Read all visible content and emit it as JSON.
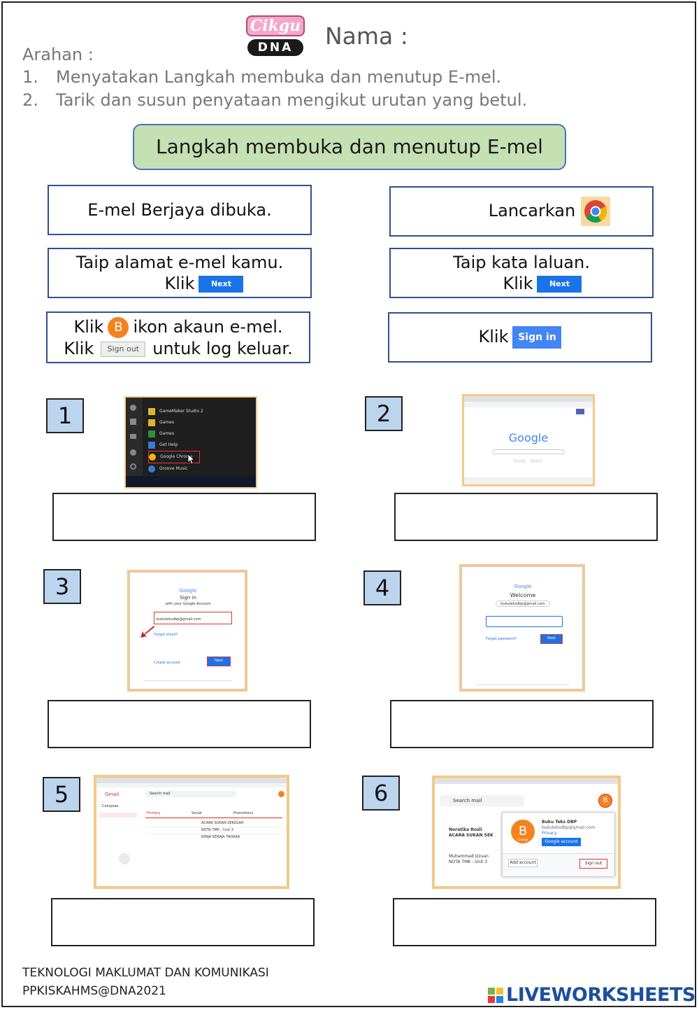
{
  "header": {
    "logo_top": "Cikgu",
    "logo_bottom": "DNA",
    "nama_label": "Nama :",
    "arahan_label": "Arahan :",
    "instructions": [
      {
        "num": "1.",
        "text": "Menyatakan Langkah membuka dan menutup E-mel."
      },
      {
        "num": "2.",
        "text": "Tarik dan susun penyataan mengikut urutan yang betul."
      }
    ]
  },
  "title": "Langkah membuka dan menutup E-mel",
  "statements": {
    "s1": "E-mel Berjaya dibuka.",
    "s2_text": "Lancarkan",
    "s3_line1": "Taip alamat e-mel kamu.",
    "s3_klik": "Klik",
    "s4_line1": "Taip kata laluan.",
    "s4_klik": "Klik",
    "next_label": "Next",
    "s5_klik1": "Klik",
    "s5_avatar": "B",
    "s5_rest1": "ikon akaun e-mel.",
    "s5_klik2": "Klik",
    "signout_label": "Sign out",
    "s5_rest2": "untuk log keluar.",
    "s6_klik": "Klik",
    "signin_label": "Sign in"
  },
  "steps": [
    {
      "num": "1"
    },
    {
      "num": "2"
    },
    {
      "num": "3"
    },
    {
      "num": "4"
    },
    {
      "num": "5"
    },
    {
      "num": "6"
    }
  ],
  "screens": {
    "start_menu": [
      "GameMaker Studio 2",
      "Games",
      "Games",
      "Get Help",
      "Google Chrome",
      "Groove Music"
    ],
    "google_home": "Google",
    "signin": {
      "brand": "Google",
      "title": "Sign in",
      "subtitle": "with your Google Account",
      "email": "bukuteksdbp@gmail.com",
      "forgot": "Forgot email?",
      "create": "Create account",
      "next": "Next"
    },
    "password": {
      "brand": "Google",
      "title": "Welcome",
      "account": "bukuteksdbp@gmail.com",
      "forgot": "Forgot password?",
      "next": "Next"
    },
    "gmail": {
      "brand": "Gmail",
      "compose": "Compose",
      "search": "Search mail",
      "tabs": [
        "Primary",
        "Social",
        "Promotions"
      ],
      "rows": [
        "ACARA SUKAN SEKOLAH",
        "NOTA TMK - Unit 3",
        "KPAJA KERAJA TAHAKA"
      ]
    },
    "account": {
      "search": "Search mail",
      "name": "Buku Teks DBP",
      "email": "bukuteksdbp@gmail.com",
      "privacy": "Privacy",
      "google_account": "Google account",
      "add_account": "Add account",
      "sign_out": "Sign out",
      "sender1": "Noratika Rosli",
      "subject1": "ACARA SUKAN SEK",
      "sender2": "Muhammad Izzuan",
      "subject2": "NOTA TMK - Unit 3",
      "avatar": "B",
      "change": "Change"
    }
  },
  "footer": {
    "line1": "TEKNOLOGI MAKLUMAT DAN KOMUNIKASI",
    "line2": "PPKISKAHMS@DNA2021",
    "brand": "LIVEWORKSHEETS"
  },
  "colors": {
    "title_bg": "#c5e0b3",
    "title_border": "#4472c4",
    "number_bg": "#bcd4ee",
    "google_blue": "#1a73e8",
    "avatar_orange": "#f4821f",
    "brand_blue": "#1c4f9c"
  }
}
